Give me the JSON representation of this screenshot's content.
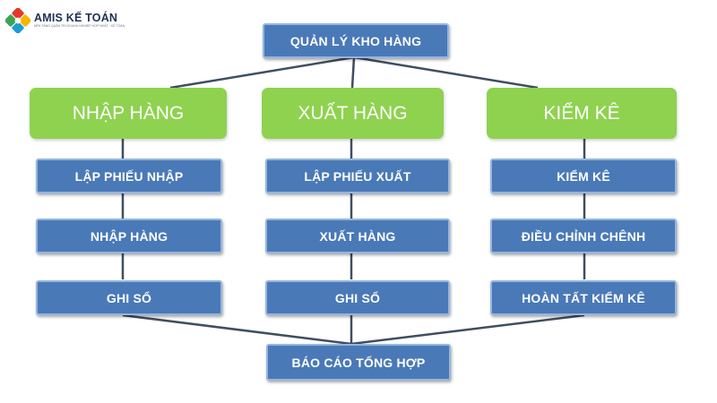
{
  "logo": {
    "title": "AMIS KẾ TOÁN",
    "tagline": "NỀN TẢNG QUẢN TRỊ DOANH NGHIỆP HỢP NHẤT · KẾ TOÁN",
    "colors": [
      "#e5372c",
      "#f7b500",
      "#1e9bd7",
      "#3aa655"
    ]
  },
  "root": {
    "label": "QUẢN LÝ KHO HÀNG"
  },
  "categories": [
    {
      "label": "NHẬP HÀNG",
      "steps": [
        "LẬP PHIẾU NHẬP",
        "NHẬP HÀNG",
        "GHI SỔ"
      ]
    },
    {
      "label": "XUẤT HÀNG",
      "steps": [
        "LẬP PHIẾU XUẤT",
        "XUẤT HÀNG",
        "GHI SỔ"
      ]
    },
    {
      "label": "KIỂM KÊ",
      "steps": [
        "KIỂM KÊ",
        "ĐIỀU CHỈNH CHÊNH",
        "HOÀN TẤT KIỂM KÊ"
      ]
    }
  ],
  "report": {
    "label": "BÁO CÁO TỔNG HỢP"
  },
  "colors": {
    "blue_box": "#4a79b8",
    "blue_border": "#95b6df",
    "green_box": "#8ed24f",
    "connector": "#3f4e60"
  }
}
